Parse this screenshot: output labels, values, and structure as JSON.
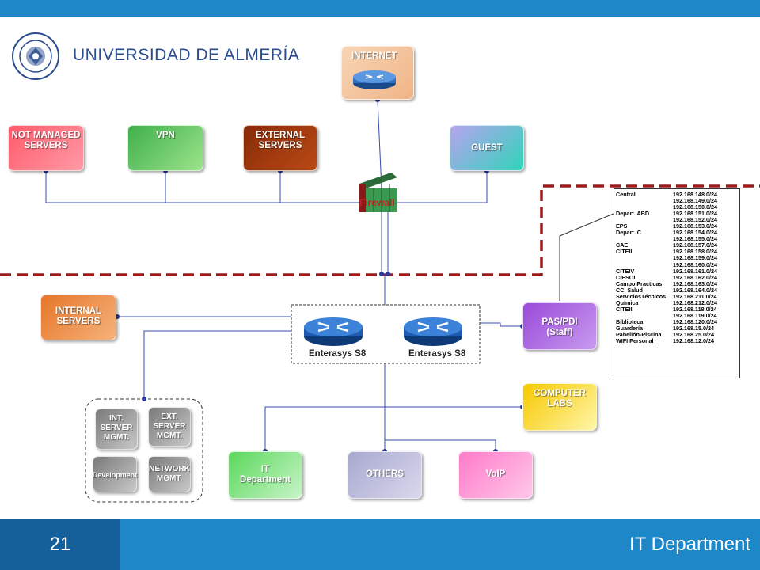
{
  "header": {
    "university": "UNIVERSIDAD DE ALMERÍA"
  },
  "footer": {
    "page_number": "21",
    "title": "IT Department"
  },
  "nodes": {
    "internet": "INTERNET",
    "not_managed": [
      "NOT MANAGED",
      "SERVERS"
    ],
    "vpn": "VPN",
    "external": [
      "EXTERNAL",
      "SERVERS"
    ],
    "guest": "GUEST",
    "firewall": "Firewall",
    "internal": [
      "INTERNAL",
      "SERVERS"
    ],
    "router1": "Enterasys S8",
    "router2": "Enterasys S8",
    "pas": [
      "PAS/PDI",
      "(Staff)"
    ],
    "computer_labs": [
      "COMPUTER",
      "LABS"
    ],
    "it_department": [
      "IT",
      "Department"
    ],
    "others": "OTHERS",
    "voip": "VoIP",
    "int_server_mgmt": [
      "INT.",
      "SERVER",
      "MGMT."
    ],
    "ext_server_mgmt": [
      "EXT.",
      "SERVER",
      "MGMT."
    ],
    "development": "Development",
    "network_mgmt": [
      "NETWORK",
      "MGMT."
    ]
  },
  "subnets": [
    [
      "Central",
      "192.168.148.0/24"
    ],
    [
      "",
      "192.168.149.0/24"
    ],
    [
      "",
      "192.168.150.0/24"
    ],
    [
      "Depart. ABD",
      "192.168.151.0/24"
    ],
    [
      "",
      "192.168.152.0/24"
    ],
    [
      "EPS",
      "192.168.153.0/24"
    ],
    [
      "Depart. C",
      "192.168.154.0/24"
    ],
    [
      "",
      "192.168.155.0/24"
    ],
    [
      "CAE",
      "192.168.157.0/24"
    ],
    [
      "CITEII",
      "192.168.158.0/24"
    ],
    [
      "",
      "192.168.159.0/24"
    ],
    [
      "",
      "192.168.160.0/24"
    ],
    [
      "CITEIV",
      "192.168.161.0/24"
    ],
    [
      "CIESOL",
      "192.168.162.0/24"
    ],
    [
      "Campo Practicas",
      "192.168.163.0/24"
    ],
    [
      "CC. Salud",
      "192.168.164.0/24"
    ],
    [
      "ServiciosTécnicos",
      "192.168.211.0/24"
    ],
    [
      "Química",
      "192.168.212.0/24"
    ],
    [
      "CITEIII",
      "192.168.118.0/24"
    ],
    [
      "",
      "192.168.119.0/24"
    ],
    [
      "Biblioteca",
      "192.168.120.0/24"
    ],
    [
      "Guardería",
      "192.168.15.0/24"
    ],
    [
      "Pabellón-Piscina",
      "192.168.25.0/24"
    ],
    [
      "WIFI Personal",
      "192.168.12.0/24"
    ]
  ],
  "colors": {
    "bar": "#1e87c8",
    "bar_dark": "#15609a",
    "zone_line": "#9b1c1c",
    "link": "#3a4bb0"
  }
}
